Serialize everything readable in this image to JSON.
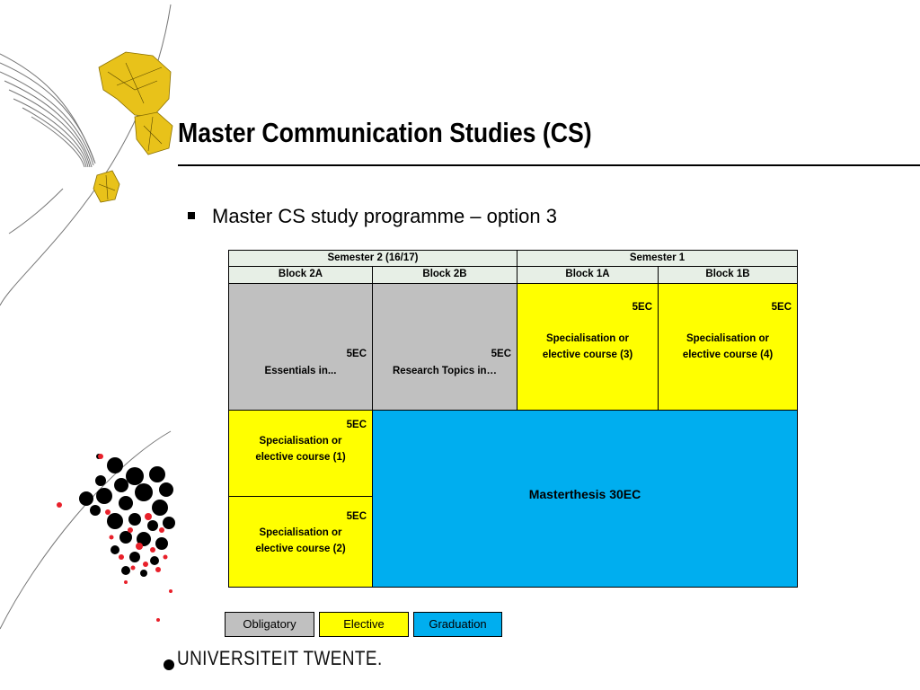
{
  "slide": {
    "title": "Master Communication Studies (CS)",
    "bullet": "Master CS study programme – option 3"
  },
  "table": {
    "semester_headers": [
      "Semester 2 (16/17)",
      "Semester 1"
    ],
    "block_headers": [
      "Block 2A",
      "Block 2B",
      "Block 1A",
      "Block 1B"
    ],
    "cells": {
      "essentials": {
        "ec": "5EC",
        "label": "Essentials in..."
      },
      "research": {
        "ec": "5EC",
        "label": "Research Topics in…"
      },
      "spec3": {
        "ec": "5EC",
        "line1": "Specialisation or",
        "line2": "elective course (3)"
      },
      "spec4": {
        "ec": "5EC",
        "line1": "Specialisation or",
        "line2": "elective course (4)"
      },
      "spec1": {
        "ec": "5EC",
        "line1": "Specialisation or",
        "line2": "elective course (1)"
      },
      "spec2": {
        "ec": "5EC",
        "line1": "Specialisation or",
        "line2": "elective course (2)"
      },
      "thesis": {
        "label": "Masterthesis   30EC"
      }
    },
    "colors": {
      "obligatory": "#c0c0c0",
      "elective": "#ffff00",
      "graduation": "#00aeef",
      "header": "#e7efe6"
    }
  },
  "legend": [
    "Obligatory",
    "Elective",
    "Graduation"
  ],
  "logo": {
    "text": "UNIVERSITEIT TWENTE."
  }
}
